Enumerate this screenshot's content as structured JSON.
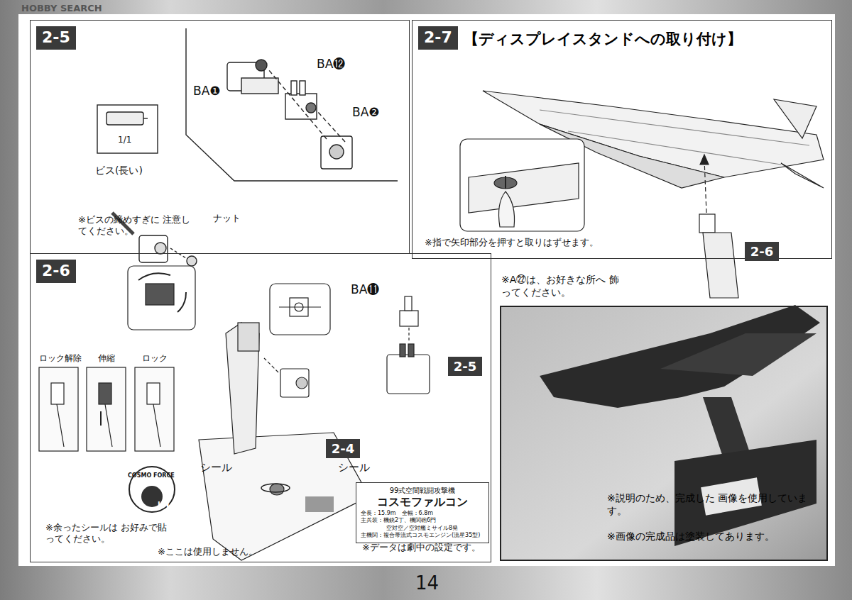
{
  "diagram": {
    "nodes": [
      {
        "text": [
          "2-5"
        ]
      },
      {
        "text": [
          "2-7",
          "【ディスプレイスタンドへの取り付け】"
        ]
      },
      {
        "text": [
          "2-6"
        ],
        "in": 1
      },
      {
        "text": [
          "2-6"
        ]
      },
      {
        "text": [
          "2-5"
        ],
        "in": 3
      },
      {
        "text": [
          "2-4"
        ],
        "in": 3
      },
      {
        "text": [
          "99式空間戦闘攻撃機",
          "コスモファルコン",
          "全長：15.9m　全幅：6.8m",
          "主兵装：機銃2丁、機関砲6門",
          "空対空／空対艦ミサイル8発",
          "主機関：複合帯流式コスモエンジン(流星35型)"
        ],
        "in": 3
      },
      {
        "text": [
          "※説明のため、完成した 画像を使用しています。",
          "※画像の完成品は塗装してあります。"
        ]
      }
    ],
    "labels": [
      "HOBBY SEARCH",
      "BA❶",
      "BA⓬",
      "BA❷",
      "1/1",
      "ビス(長い)",
      "ナット",
      "※ビスの締めすぎに 注意してください。",
      "※指で矢印部分を押すと取りはずせます。",
      "※A㉒は、お好きな所へ 飾ってください。",
      "ロック解除",
      "伸縮",
      "ロック",
      "BA⓫",
      "シール",
      "シール",
      "COSMO FORCE",
      "UN",
      "※余ったシールは お好みで貼ってください。",
      "※ここは使用しません。",
      "※データは劇中の設定です。",
      "14"
    ]
  }
}
